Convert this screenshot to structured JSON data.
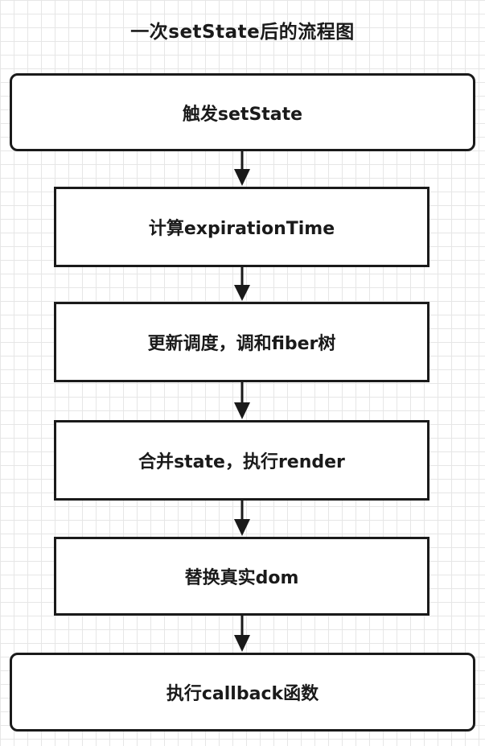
{
  "title": "一次setState后的流程图",
  "steps": [
    {
      "label": "触发setState"
    },
    {
      "label": "计算expirationTime"
    },
    {
      "label": "更新调度，调和fiber树"
    },
    {
      "label": "合并state，执行render"
    },
    {
      "label": "替换真实dom"
    },
    {
      "label": "执行callback函数"
    }
  ],
  "colors": {
    "stroke": "#1a1a1a",
    "grid": "#e6e6e6",
    "background": "#ffffff"
  }
}
